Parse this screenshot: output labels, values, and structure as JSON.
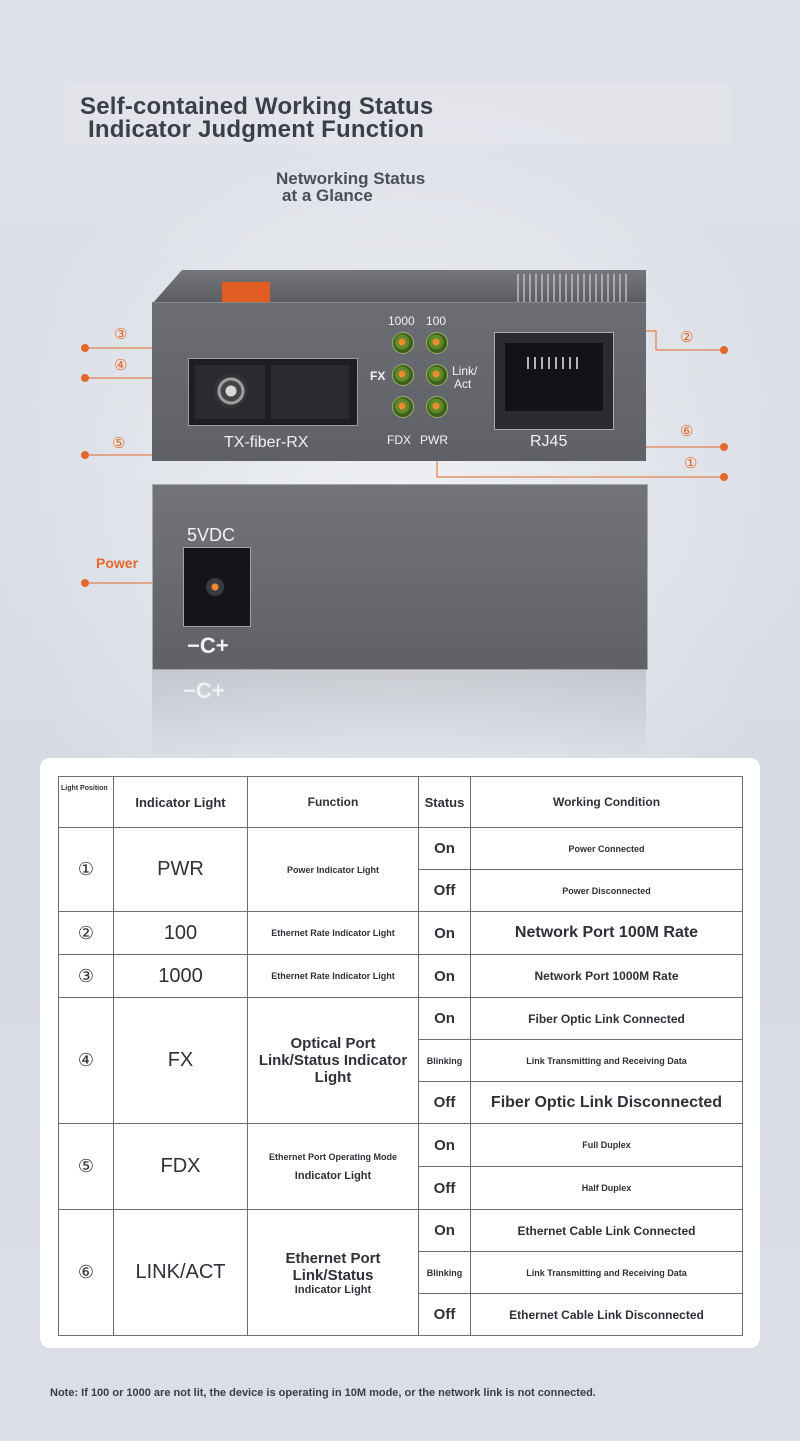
{
  "header": {
    "title_line1": "Self-contained Working Status",
    "title_line2": "Indicator Judgment Function",
    "subtitle_line1": "Networking Status",
    "subtitle_line2": "at a Glance"
  },
  "device": {
    "fiber_port_label": "TX-fiber-RX",
    "rj45_label": "RJ45",
    "led_labels": {
      "l1000": "1000",
      "l100": "100",
      "fx": "FX",
      "link_act_1": "Link/",
      "link_act_2": "Act",
      "fdx": "FDX",
      "pwr": "PWR"
    },
    "power_voltage": "5VDC",
    "polarity_symbol": "−C+",
    "power_callout": "Power",
    "callout_numbers": [
      "①",
      "②",
      "③",
      "④",
      "⑤",
      "⑥"
    ],
    "accent_color": "#e2682b",
    "led_color": "#f08a2c"
  },
  "table": {
    "headers": {
      "position": "Light Position",
      "indicator": "Indicator Light",
      "function": "Function",
      "status": "Status",
      "condition": "Working Condition"
    },
    "rows": [
      {
        "pos": "①",
        "light": "PWR",
        "function": "Power Indicator Light",
        "states": [
          {
            "status": "On",
            "condition": "Power Connected"
          },
          {
            "status": "Off",
            "condition": "Power Disconnected"
          }
        ]
      },
      {
        "pos": "②",
        "light": "100",
        "function": "Ethernet Rate Indicator Light",
        "states": [
          {
            "status": "On",
            "condition": "Network Port 100M Rate"
          }
        ]
      },
      {
        "pos": "③",
        "light": "1000",
        "function": "Ethernet Rate Indicator Light",
        "states": [
          {
            "status": "On",
            "condition": "Network Port 1000M Rate"
          }
        ]
      },
      {
        "pos": "④",
        "light": "FX",
        "function": "Optical Port Link/Status Indicator Light",
        "states": [
          {
            "status": "On",
            "condition": "Fiber Optic Link Connected"
          },
          {
            "status": "Blinking",
            "condition": "Link Transmitting and Receiving Data"
          },
          {
            "status": "Off",
            "condition": "Fiber Optic Link Disconnected"
          }
        ]
      },
      {
        "pos": "⑤",
        "light": "FDX",
        "function_line1": "Ethernet Port Operating Mode",
        "function_line2": "Indicator Light",
        "states": [
          {
            "status": "On",
            "condition": "Full Duplex"
          },
          {
            "status": "Off",
            "condition": "Half Duplex"
          }
        ]
      },
      {
        "pos": "⑥",
        "light": "LINK/ACT",
        "function_line1": "Ethernet Port Link/Status",
        "function_line2": "Indicator Light",
        "states": [
          {
            "status": "On",
            "condition": "Ethernet Cable Link Connected"
          },
          {
            "status": "Blinking",
            "condition": "Link Transmitting and Receiving Data"
          },
          {
            "status": "Off",
            "condition": "Ethernet Cable Link Disconnected"
          }
        ]
      }
    ]
  },
  "note": "Note: If 100 or 1000 are not lit, the device is operating in 10M mode, or the network link is not connected."
}
